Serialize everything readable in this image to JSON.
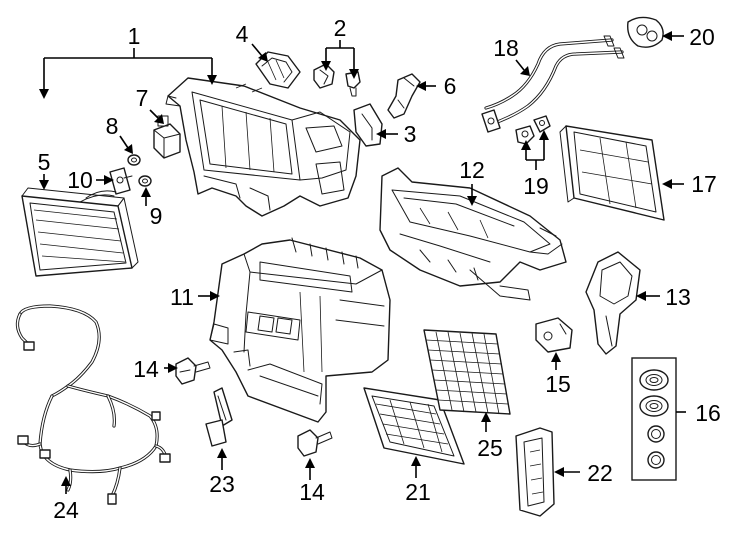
{
  "diagram": {
    "callouts": {
      "c1": "1",
      "c2": "2",
      "c3": "3",
      "c4": "4",
      "c5": "5",
      "c6": "6",
      "c7": "7",
      "c8": "8",
      "c9": "9",
      "c10": "10",
      "c11": "11",
      "c12": "12",
      "c13": "13",
      "c14a": "14",
      "c14b": "14",
      "c15": "15",
      "c16": "16",
      "c17": "17",
      "c18": "18",
      "c19": "19",
      "c20": "20",
      "c21": "21",
      "c22": "22",
      "c23": "23",
      "c24": "24",
      "c25": "25"
    }
  }
}
